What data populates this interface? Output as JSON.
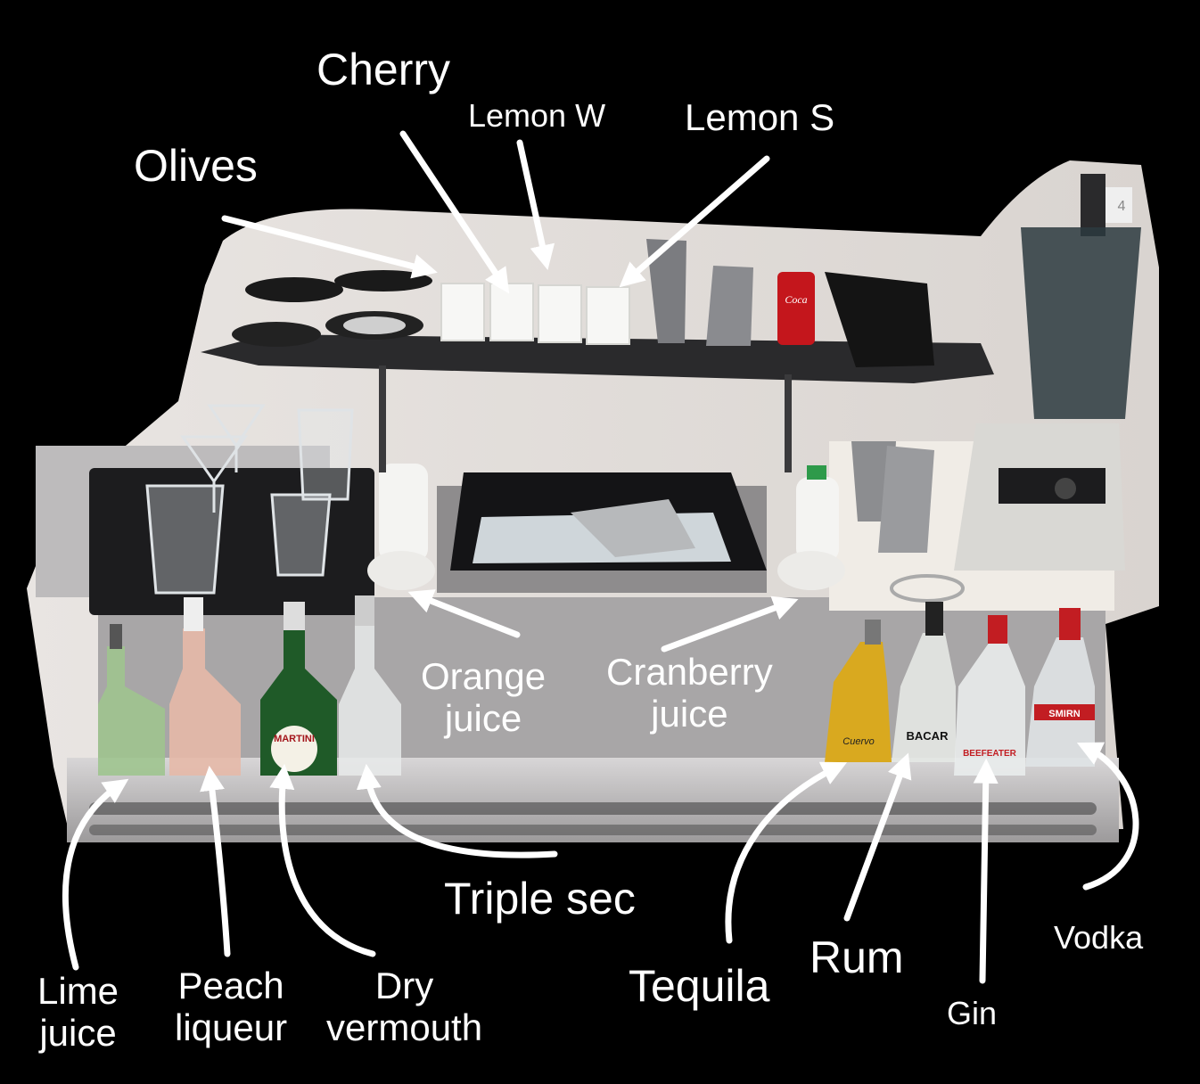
{
  "labels": {
    "olives": "Olives",
    "cherry": "Cherry",
    "lemon_w": "Lemon W",
    "lemon_s": "Lemon S",
    "orange_juice": [
      "Orange",
      "juice"
    ],
    "cranberry_juice": [
      "Cranberry",
      "juice"
    ],
    "triple_sec": "Triple sec",
    "lime_juice": [
      "Lime",
      "juice"
    ],
    "peach_liqueur": [
      "Peach",
      "liqueur"
    ],
    "dry_vermouth": [
      "Dry",
      "vermouth"
    ],
    "tequila": "Tequila",
    "rum": "Rum",
    "gin": "Gin",
    "vodka": "Vodka"
  },
  "bottle_labels": {
    "martini": "MARTINI",
    "bacardi": "BACAR",
    "beefeater": "BEEFEATER",
    "smirnoff": "SMIRN",
    "cuervo": "Cuervo",
    "coca_cola": "Coca",
    "blender_number": "4"
  },
  "colors": {
    "background": "#000000",
    "label": "#ffffff",
    "arrow": "#ffffff",
    "steel": "#b9b7b8",
    "mat": "#1c1c1e"
  }
}
